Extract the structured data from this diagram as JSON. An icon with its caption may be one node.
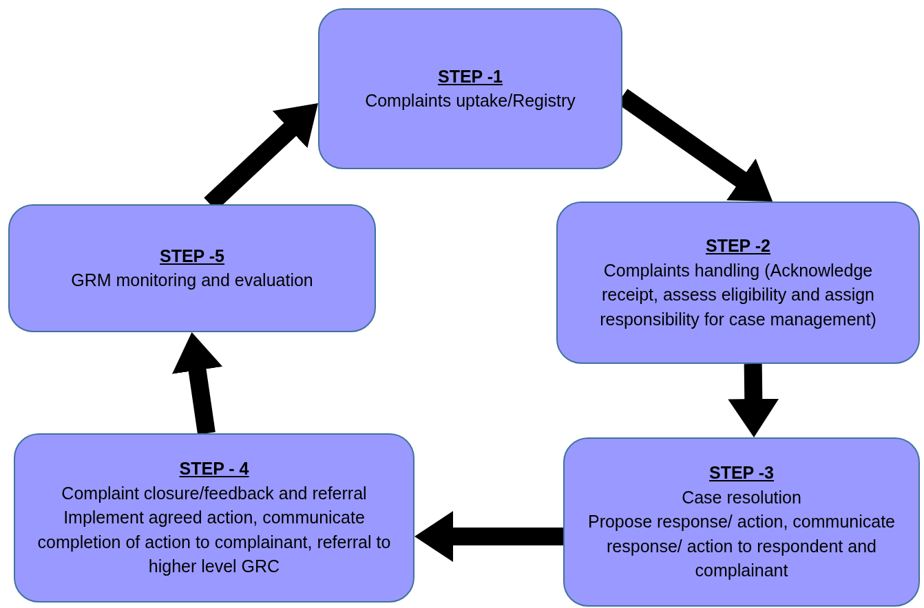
{
  "diagram": {
    "nodes": [
      {
        "text": [
          "STEP -1",
          "Complaints uptake/Registry"
        ]
      },
      {
        "text": [
          "STEP -2",
          "Complaints handling (Acknowledge receipt, assess eligibility and assign responsibility for case management)"
        ]
      },
      {
        "text": [
          "STEP -3",
          "Case resolution",
          "Propose response/ action, communicate response/ action to respondent and complainant"
        ]
      },
      {
        "text": [
          "STEP - 4",
          "Complaint closure/feedback and referral",
          "Implement agreed action, communicate completion of action to complainant, referral to higher level GRC"
        ]
      },
      {
        "text": [
          "STEP -5",
          "GRM monitoring and evaluation"
        ]
      }
    ],
    "edges": [
      {
        "from": 0,
        "to": 1,
        "arrow": "to"
      },
      {
        "from": 1,
        "to": 2,
        "arrow": "to"
      },
      {
        "from": 2,
        "to": 3,
        "arrow": "to"
      },
      {
        "from": 3,
        "to": 4,
        "arrow": "to"
      },
      {
        "from": 4,
        "to": 0,
        "arrow": "to"
      }
    ]
  }
}
